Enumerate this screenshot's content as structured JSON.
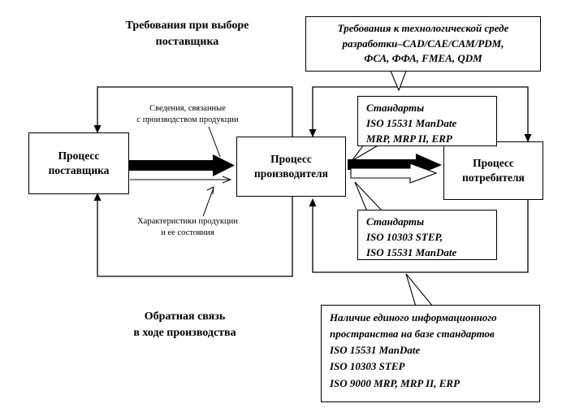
{
  "colors": {
    "ink": "#000000",
    "paper": "#ffffff"
  },
  "titles": {
    "supplier_selection": {
      "line1": "Требования при выборе",
      "line2": "поставщика"
    },
    "production_feedback": {
      "line1": "Обратная связь",
      "line2": "в ходе производства"
    }
  },
  "flow_labels": {
    "production_data": {
      "line1": "Сведения, связанные",
      "line2": "с производством продукции"
    },
    "product_characteristics": {
      "line1": "Характеристики продукции",
      "line2": "и ее состояния"
    }
  },
  "process_boxes": {
    "supplier": {
      "line1": "Процесс",
      "line2": "поставщика"
    },
    "producer": {
      "line1": "Процесс",
      "line2": "производителя"
    },
    "consumer": {
      "line1": "Процесс",
      "line2": "потребителя"
    }
  },
  "callouts": {
    "tech_env": {
      "lines": [
        "Требования к технологической среде",
        "разработки–CAD/CAE/CAM/PDM,",
        "ФСА, ФФА, FMEA, QDM"
      ]
    },
    "standards_top": {
      "lines": [
        "Стандарты",
        "ISO 15531 ManDate",
        "MRP, MRP II, ERP"
      ]
    },
    "standards_mid": {
      "lines": [
        "Стандарты",
        "ISO 10303 STEP,",
        "ISO 15531 ManDate"
      ]
    },
    "info_space": {
      "lines": [
        "Наличие единого информационного",
        "пространства на базе стандартов",
        "ISO 15531 ManDate",
        "ISO 10303 STEP",
        "ISO 9000 MRP, MRP II, ERP"
      ]
    }
  }
}
